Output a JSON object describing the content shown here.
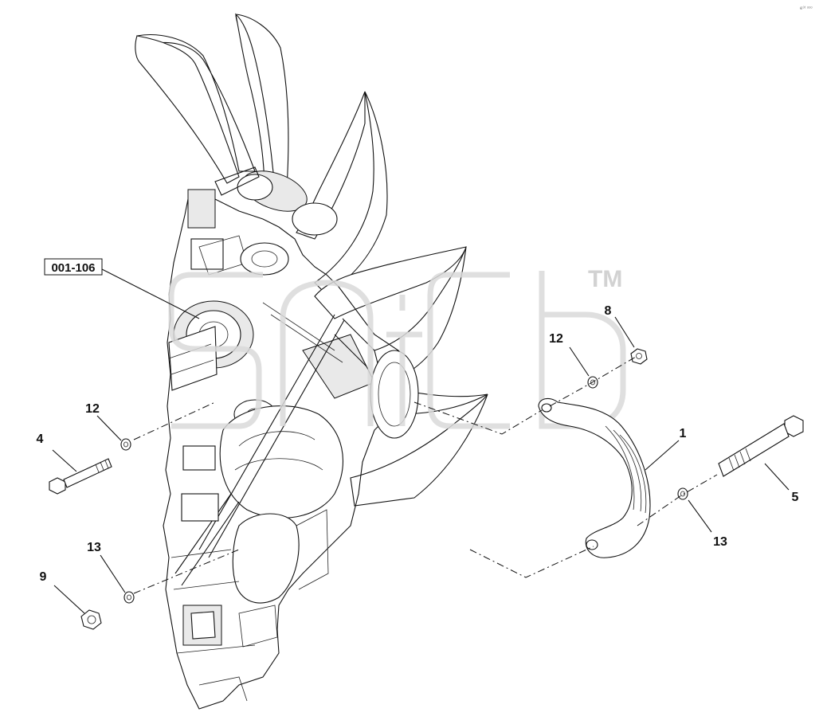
{
  "diagram": {
    "corner_mark": "e⁹ᵗ ᵒᵒᵒ",
    "watermark_tm": "TM",
    "reference_label": "001-106",
    "callouts": {
      "part_1": "1",
      "part_4": "4",
      "part_5": "5",
      "part_8": "8",
      "part_9": "9",
      "part_12_left": "12",
      "part_12_right": "12",
      "part_13_left": "13",
      "part_13_right": "13"
    }
  }
}
